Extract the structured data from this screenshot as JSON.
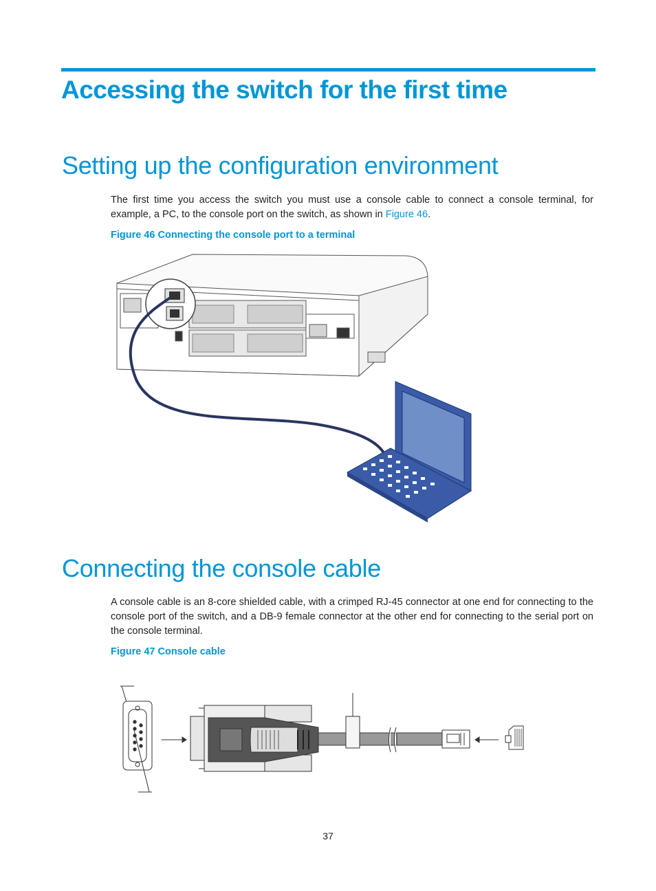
{
  "chapter": {
    "title": "Accessing the switch for the first time"
  },
  "sections": [
    {
      "title": "Setting up the configuration environment",
      "paragraph": {
        "text_before": "The first time you access the switch you must use a console cable to connect a console terminal, for example, a PC, to the console port on the switch, as shown in ",
        "link": "Figure 46",
        "text_after": "."
      },
      "figure_caption": "Figure 46 Connecting the console port to a terminal"
    },
    {
      "title": "Connecting the console cable",
      "paragraph": {
        "text": "A console cable is an 8-core shielded cable, with a crimped RJ-45 connector at one end for connecting to the console port of the switch, and a DB-9 female connector at the other end for connecting to the serial port on the console terminal."
      },
      "figure_caption": "Figure 47 Console cable"
    }
  ],
  "page_number": "37",
  "colors": {
    "accent": "#0096d6",
    "text": "#231f20",
    "cable": "#2a3560",
    "laptop": "#3a5ca8"
  }
}
